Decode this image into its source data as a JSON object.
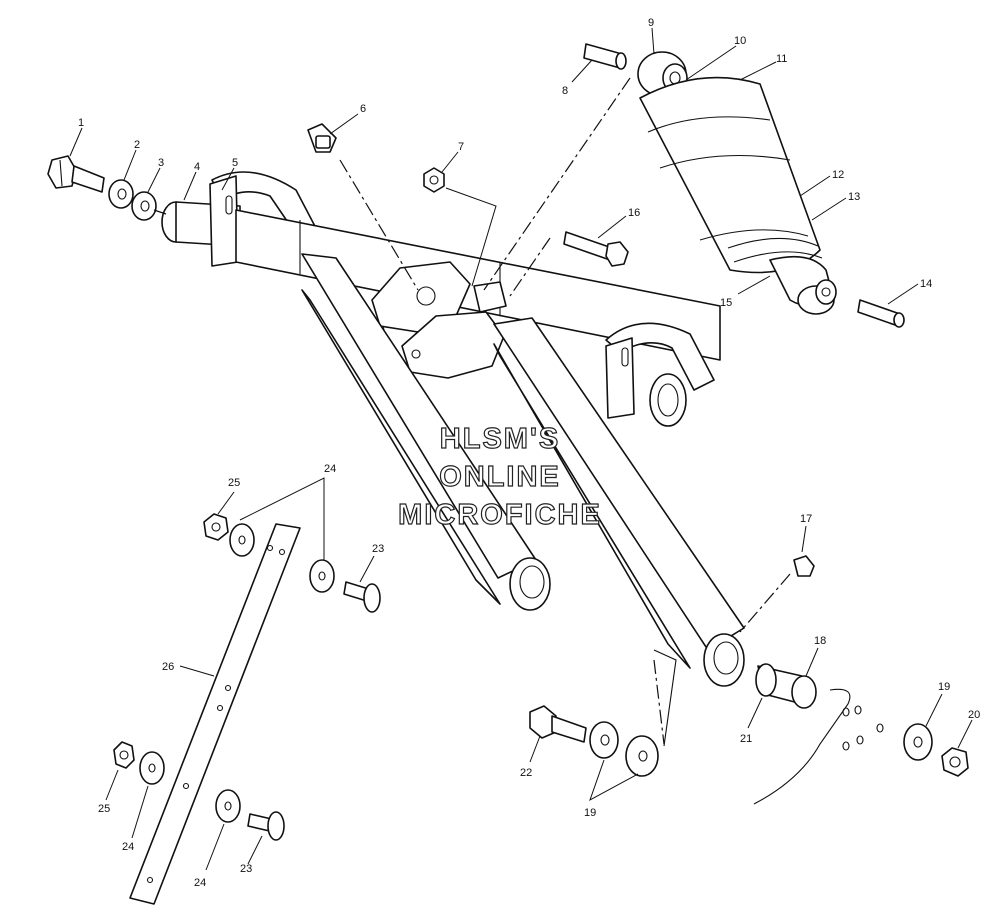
{
  "watermark": {
    "line1": "HLSM'S",
    "line2": "ONLINE",
    "line3": "MICROFICHE"
  },
  "callouts": {
    "n1": "1",
    "n2": "2",
    "n3": "3",
    "n4": "4",
    "n5": "5",
    "n6": "6",
    "n7": "7",
    "n8": "8",
    "n9": "9",
    "n10": "10",
    "n11": "11",
    "n12": "12",
    "n13": "13",
    "n14": "14",
    "n15": "15",
    "n16": "16",
    "n17": "17",
    "n18": "18",
    "n19a": "19",
    "n19b": "19",
    "n20": "20",
    "n21": "21",
    "n22": "22",
    "n23a": "23",
    "n23b": "23",
    "n24a": "24",
    "n24b": "24",
    "n24c": "24",
    "n25a": "25",
    "n25b": "25",
    "n26": "26"
  }
}
